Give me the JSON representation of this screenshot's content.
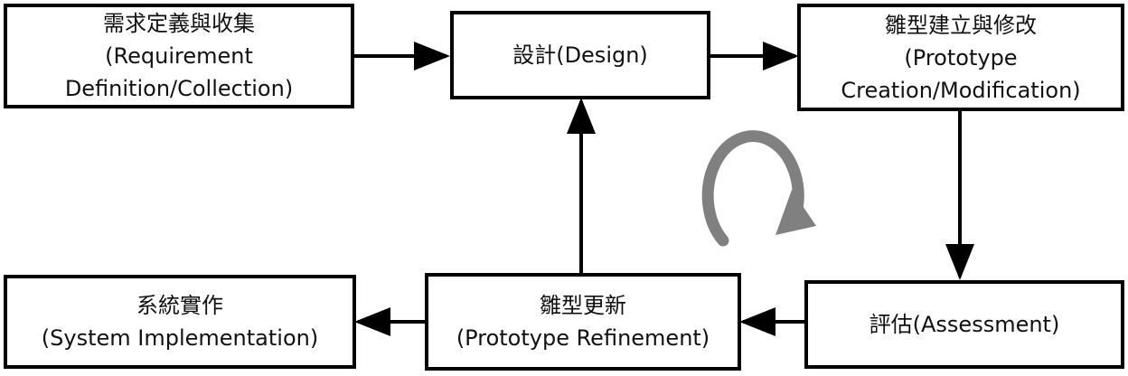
{
  "nodes": {
    "requirement": {
      "lines": [
        "需求定義與收集",
        "(Requirement",
        "Definition/Collection)"
      ]
    },
    "design": {
      "lines": [
        "設計(Design)"
      ]
    },
    "prototype_creation": {
      "lines": [
        "雛型建立與修改",
        "(Prototype",
        "Creation/Modification)"
      ]
    },
    "assessment": {
      "lines": [
        "評估(Assessment)"
      ]
    },
    "prototype_refinement": {
      "lines": [
        "雛型更新",
        "(Prototype Refinement)"
      ]
    },
    "system_implementation": {
      "lines": [
        "系統實作",
        "(System Implementation)"
      ]
    }
  },
  "edges": [
    {
      "from": "requirement",
      "to": "design"
    },
    {
      "from": "design",
      "to": "prototype_creation"
    },
    {
      "from": "prototype_creation",
      "to": "assessment"
    },
    {
      "from": "assessment",
      "to": "prototype_refinement"
    },
    {
      "from": "prototype_refinement",
      "to": "design"
    },
    {
      "from": "prototype_refinement",
      "to": "system_implementation"
    }
  ],
  "cycle_icon": {
    "name": "clockwise-cycle-icon",
    "color": "#808080"
  },
  "colors": {
    "line": "#000000",
    "box_border": "#000000",
    "background": "#ffffff"
  }
}
